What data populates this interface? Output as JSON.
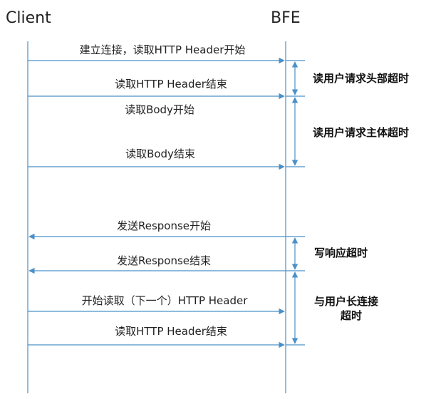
{
  "participants": {
    "client": "Client",
    "bfe": "BFE"
  },
  "messages": [
    {
      "text": "建立连接，读取HTTP Header开始",
      "direction": "to-bfe"
    },
    {
      "text": "读取HTTP Header结束",
      "direction": "to-bfe"
    },
    {
      "text": "读取Body开始",
      "direction": "to-bfe"
    },
    {
      "text": "读取Body结束",
      "direction": "to-bfe"
    },
    {
      "text": "发送Response开始",
      "direction": "to-client"
    },
    {
      "text": "发送Response结束",
      "direction": "to-client"
    },
    {
      "text": "开始读取（下一个）HTTP Header",
      "direction": "to-bfe"
    },
    {
      "text": "读取HTTP Header结束",
      "direction": "to-bfe"
    }
  ],
  "timeouts": [
    {
      "line1": "读用户请求头部超时",
      "line2": ""
    },
    {
      "line1": "读用户请求主体超时",
      "line2": ""
    },
    {
      "line1": "写响应超时",
      "line2": ""
    },
    {
      "line1": "与用户长连接",
      "line2": "超时"
    }
  ],
  "colors": {
    "lifeline": "#4a90c8",
    "arrow": "#4a90c8",
    "text": "#222222"
  }
}
